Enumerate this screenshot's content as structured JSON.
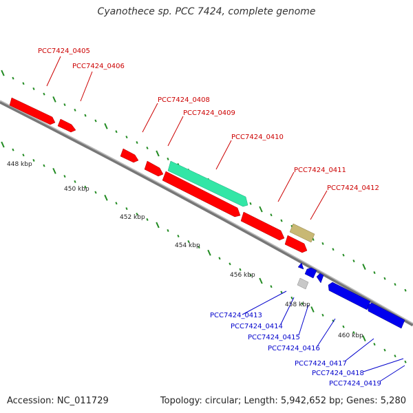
{
  "title": "Cyanothece sp. PCC 7424, complete genome",
  "footer": {
    "accession": "Accession: NC_011729",
    "summary": "Topology: circular; Length: 5,942,652 bp; Genes: 5,280"
  },
  "colors": {
    "red": "#ff0000",
    "green": "#33e6a6",
    "tan": "#c8b874",
    "blue": "#0000ee",
    "gray": "#c8c8c8",
    "label_red": "#cc0000",
    "label_blue": "#0000cc",
    "tick_green": "#228b22",
    "backbone": "#888888"
  },
  "kbp_labels": [
    "448 kbp",
    "450 kbp",
    "452 kbp",
    "454 kbp",
    "456 kbp",
    "458 kbp",
    "460 kbp"
  ],
  "genes_top": [
    "PCC7424_0405",
    "PCC7424_0406",
    "PCC7424_0408",
    "PCC7424_0409",
    "PCC7424_0410",
    "PCC7424_0411",
    "PCC7424_0412"
  ],
  "genes_bottom": [
    "PCC7424_0413",
    "PCC7424_0414",
    "PCC7424_0415",
    "PCC7424_0416",
    "PCC7424_0417",
    "PCC7424_0418",
    "PCC7424_0419"
  ]
}
